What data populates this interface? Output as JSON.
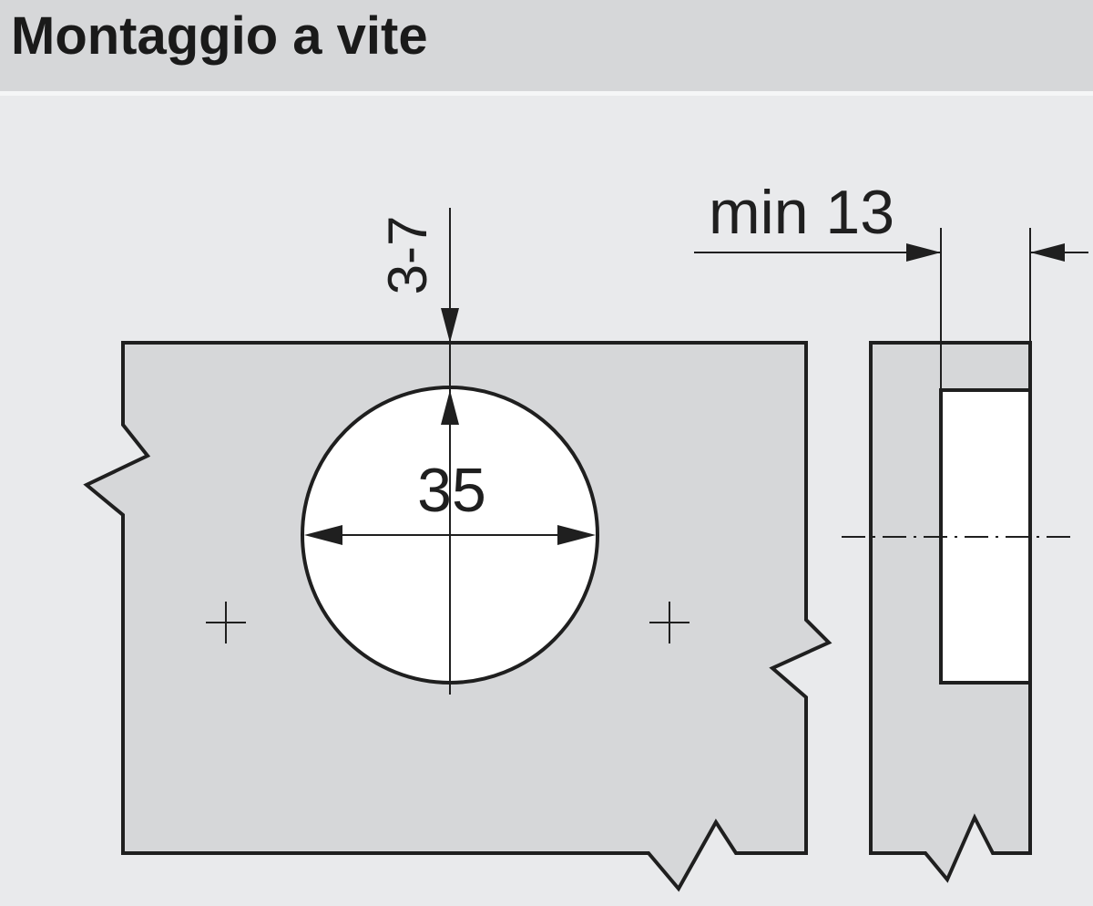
{
  "header": {
    "title": "Montaggio a vite"
  },
  "dimensions": {
    "hole_diameter": "35",
    "edge_distance": "3-7",
    "min_thickness": "min 13"
  },
  "colors": {
    "background": "#e9eaec",
    "header_bg": "#d6d7d9",
    "panel_fill": "#d6d7d9",
    "hole_fill": "#ffffff",
    "line": "#1f1f1f"
  }
}
